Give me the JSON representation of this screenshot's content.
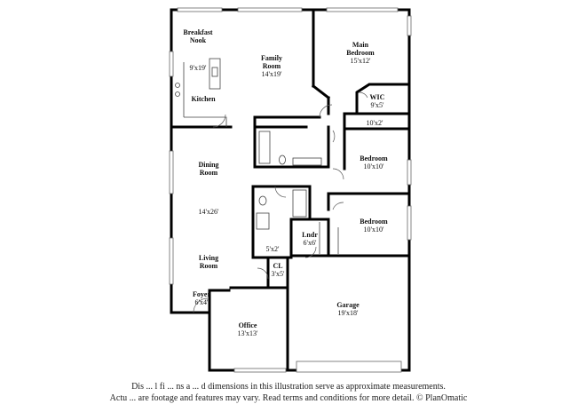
{
  "rooms": {
    "breakfast_nook": {
      "name_line1": "Breakfast",
      "name_line2": "Nook"
    },
    "kitchen": {
      "name": "Kitchen",
      "dims": "9'x19'"
    },
    "family_room": {
      "name_line1": "Family",
      "name_line2": "Room",
      "dims": "14'x19'"
    },
    "main_bedroom": {
      "name_line1": "Main",
      "name_line2": "Bedroom",
      "dims": "15'x12'"
    },
    "wic": {
      "name": "WIC",
      "dims": "9'x5'"
    },
    "hall_closet": {
      "dims": "10'x2'"
    },
    "bedroom_2": {
      "name": "Bedroom",
      "dims": "10'x10'"
    },
    "bedroom_3": {
      "name": "Bedroom",
      "dims": "10'x10'"
    },
    "dining_living": {
      "dining_line1": "Dining",
      "dining_line2": "Room",
      "dims": "14'x26'",
      "living_line1": "Living",
      "living_line2": "Room"
    },
    "bath_closet": {
      "dims": "5'x2'"
    },
    "laundry": {
      "name": "Lndr",
      "dims": "6'x6'"
    },
    "coat_closet": {
      "name": "CL",
      "dims": "3'x5'"
    },
    "foyer": {
      "name": "Foyer",
      "dims": "6'x4'"
    },
    "office": {
      "name": "Office",
      "dims": "13'x13'"
    },
    "garage": {
      "name": "Garage",
      "dims": "19'x18'"
    }
  },
  "disclaimer": {
    "line1": "Dis  ...  l  fi  ...  ns  a  ...  d dimensions in this illustration serve as approximate measurements.",
    "line2": "Actu  ...  are footage and features may vary. Read terms and conditions for more detail. © PlanOmatic"
  }
}
